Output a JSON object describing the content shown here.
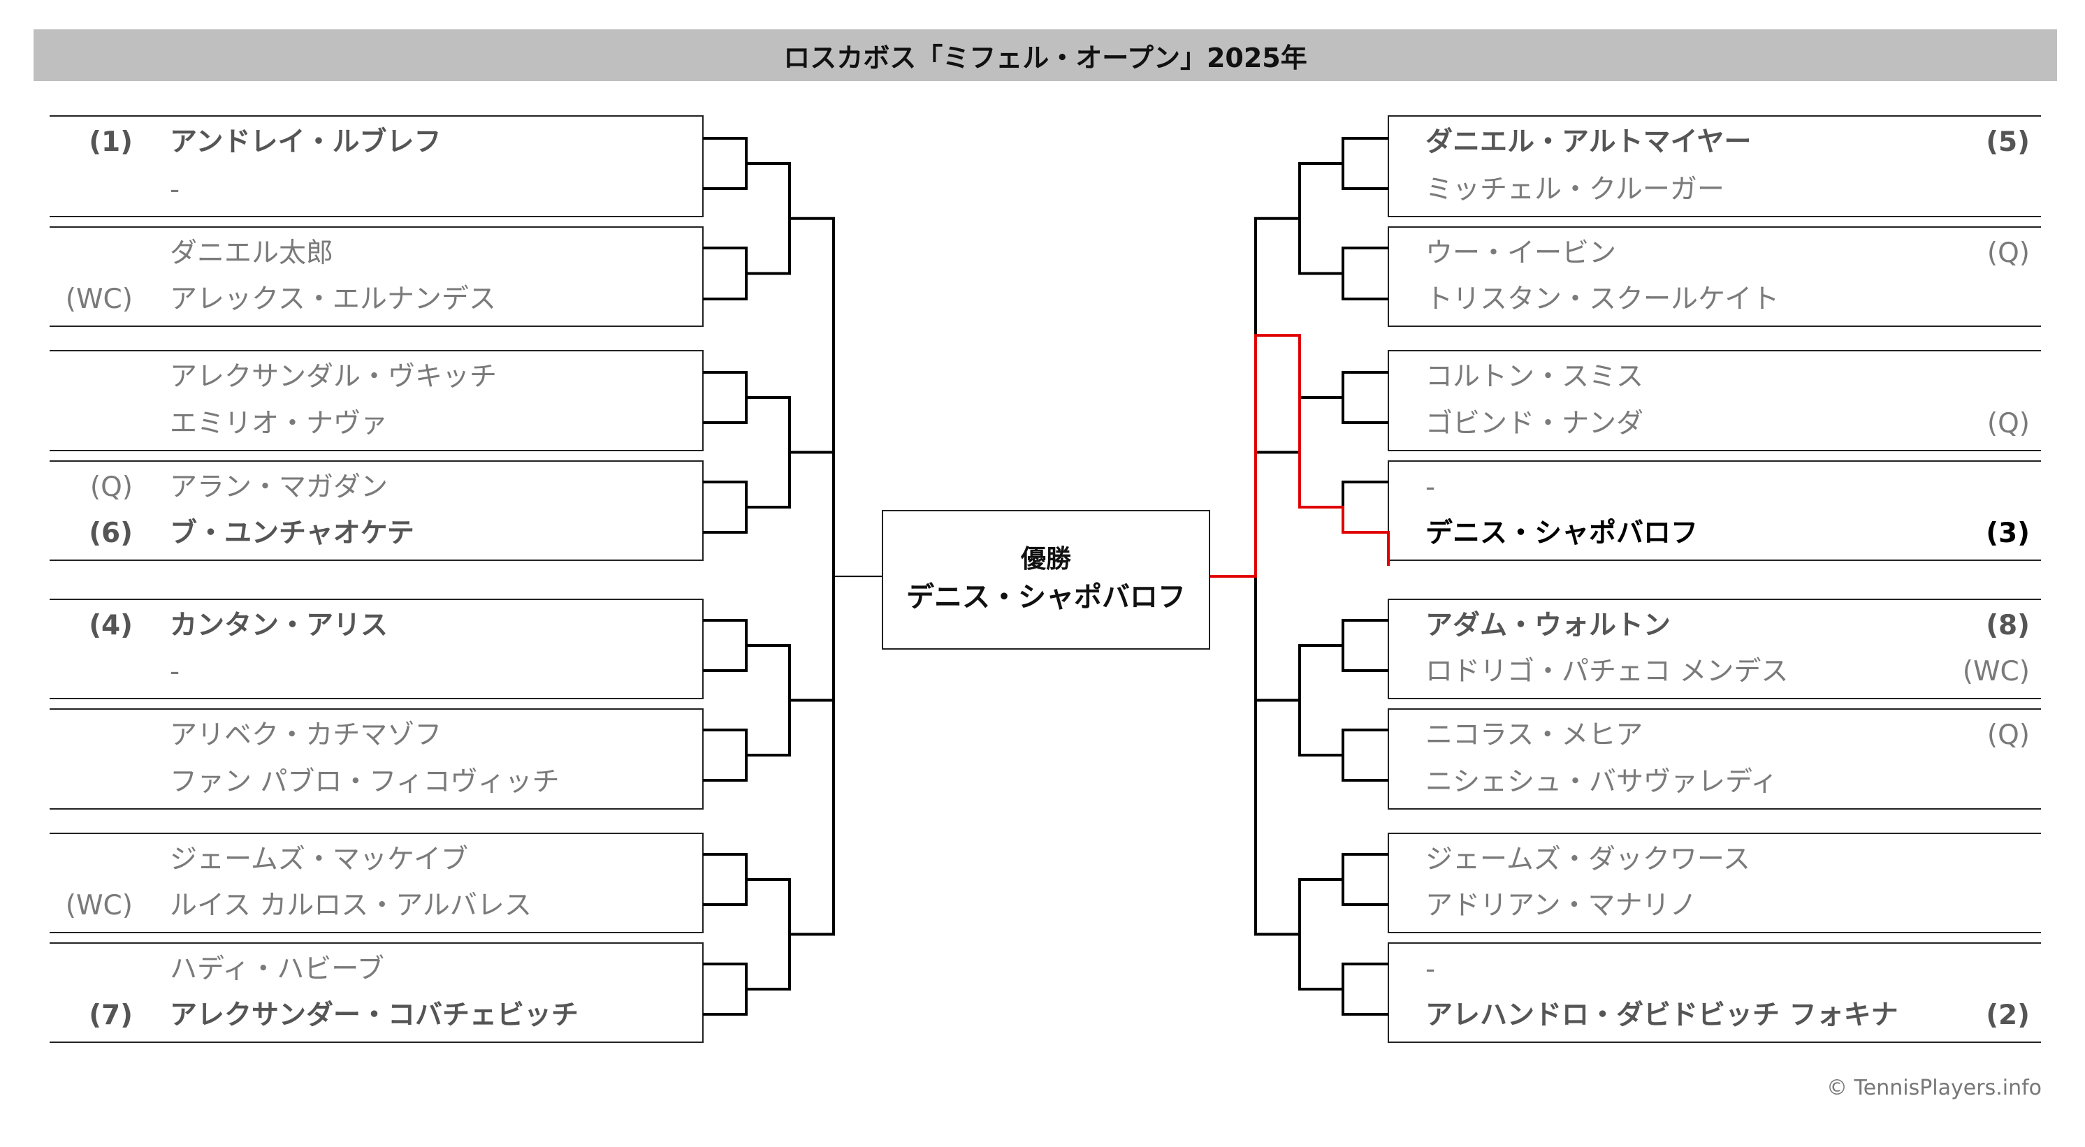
{
  "title": "ロスカボス「ミフェル・オープン」2025年",
  "champion": {
    "label": "優勝",
    "name": "デニス・シャポバロフ"
  },
  "copyright": "© TennisPlayers.info",
  "colors": {
    "path": "#e00000",
    "line": "#000000",
    "title_bg": "#bfbfbf"
  },
  "left": {
    "players": [
      {
        "seed": "(1)",
        "name": "アンドレイ・ルブレフ",
        "bold": true
      },
      {
        "seed": "",
        "name": "-",
        "bold": false
      },
      {
        "seed": "",
        "name": "ダニエル太郎",
        "bold": false
      },
      {
        "seed": "(WC)",
        "name": "アレックス・エルナンデス",
        "bold": false
      },
      {
        "seed": "",
        "name": "アレクサンダル・ヴキッチ",
        "bold": false
      },
      {
        "seed": "",
        "name": "エミリオ・ナヴァ",
        "bold": false
      },
      {
        "seed": "(Q)",
        "name": "アラン・マガダン",
        "bold": false
      },
      {
        "seed": "(6)",
        "name": "ブ・ユンチャオケテ",
        "bold": true
      },
      {
        "seed": "(4)",
        "name": "カンタン・アリス",
        "bold": true
      },
      {
        "seed": "",
        "name": "-",
        "bold": false
      },
      {
        "seed": "",
        "name": "アリベク・カチマゾフ",
        "bold": false
      },
      {
        "seed": "",
        "name": "ファン パブロ・フィコヴィッチ",
        "bold": false
      },
      {
        "seed": "",
        "name": "ジェームズ・マッケイブ",
        "bold": false
      },
      {
        "seed": "(WC)",
        "name": "ルイス カルロス・アルバレス",
        "bold": false
      },
      {
        "seed": "",
        "name": "ハディ・ハビーブ",
        "bold": false
      },
      {
        "seed": "(7)",
        "name": "アレクサンダー・コバチェビッチ",
        "bold": true
      }
    ]
  },
  "right": {
    "players": [
      {
        "seed": "(5)",
        "name": "ダニエル・アルトマイヤー",
        "bold": true
      },
      {
        "seed": "",
        "name": "ミッチェル・クルーガー",
        "bold": false
      },
      {
        "seed": "(Q)",
        "name": "ウー・イービン",
        "bold": false
      },
      {
        "seed": "",
        "name": "トリスタン・スクールケイト",
        "bold": false
      },
      {
        "seed": "",
        "name": "コルトン・スミス",
        "bold": false
      },
      {
        "seed": "(Q)",
        "name": "ゴビンド・ナンダ",
        "bold": false
      },
      {
        "seed": "",
        "name": "-",
        "bold": false
      },
      {
        "seed": "(3)",
        "name": "デニス・シャポバロフ",
        "bold": true,
        "champion": true
      },
      {
        "seed": "(8)",
        "name": "アダム・ウォルトン",
        "bold": true
      },
      {
        "seed": "(WC)",
        "name": "ロドリゴ・パチェコ メンデス",
        "bold": false
      },
      {
        "seed": "(Q)",
        "name": "ニコラス・メヒア",
        "bold": false
      },
      {
        "seed": "",
        "name": "ニシェシュ・バサヴァレディ",
        "bold": false
      },
      {
        "seed": "",
        "name": "ジェームズ・ダックワース",
        "bold": false
      },
      {
        "seed": "",
        "name": "アドリアン・マナリノ",
        "bold": false
      },
      {
        "seed": "",
        "name": "-",
        "bold": false
      },
      {
        "seed": "(2)",
        "name": "アレハンドロ・ダビドビッチ フォキナ",
        "bold": true
      }
    ]
  }
}
